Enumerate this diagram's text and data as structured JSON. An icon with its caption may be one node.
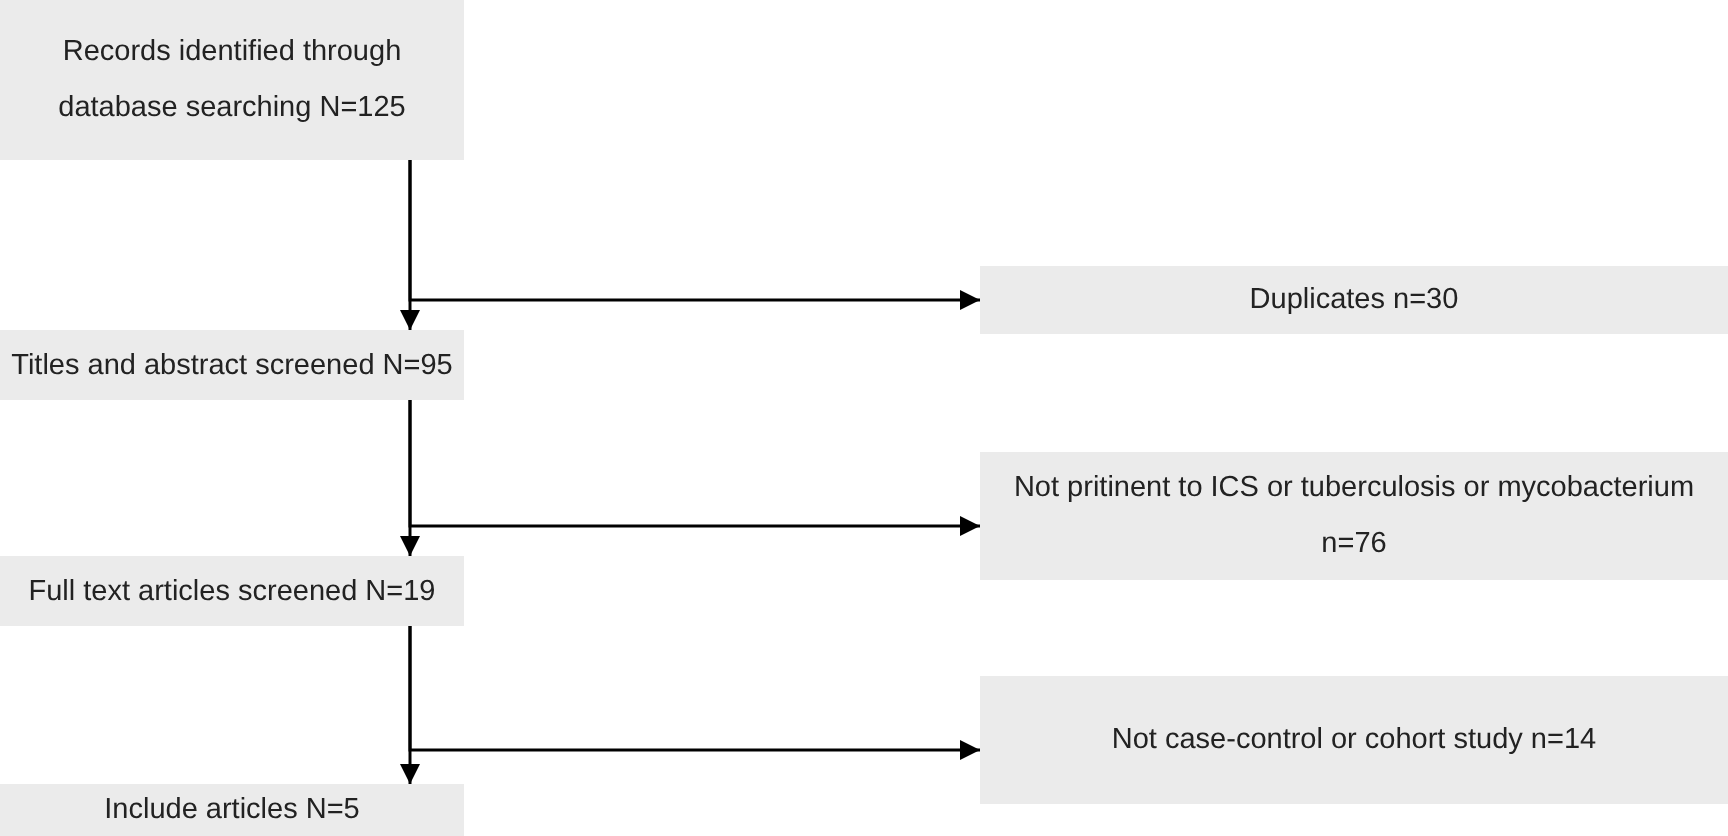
{
  "diagram": {
    "nodes": [
      {
        "text": [
          "Records identified through database searching N=125"
        ]
      },
      {
        "text": [
          "Duplicates n=30"
        ]
      },
      {
        "text": [
          "Titles and abstract screened N=95"
        ]
      },
      {
        "text": [
          "Not pritinent to ICS or tuberculosis or mycobacterium n=76"
        ]
      },
      {
        "text": [
          "Full text articles screened N=19"
        ]
      },
      {
        "text": [
          "Not case-control or cohort study n=14"
        ]
      },
      {
        "text": [
          "Include articles N=5"
        ]
      }
    ],
    "edges": [
      {
        "from": 0,
        "to": 2,
        "arrow": "to"
      },
      {
        "from": 0,
        "to": 1,
        "arrow": "to"
      },
      {
        "from": 2,
        "to": 4,
        "arrow": "to"
      },
      {
        "from": 2,
        "to": 3,
        "arrow": "to"
      },
      {
        "from": 4,
        "to": 6,
        "arrow": "to"
      },
      {
        "from": 4,
        "to": 5,
        "arrow": "to"
      }
    ]
  }
}
